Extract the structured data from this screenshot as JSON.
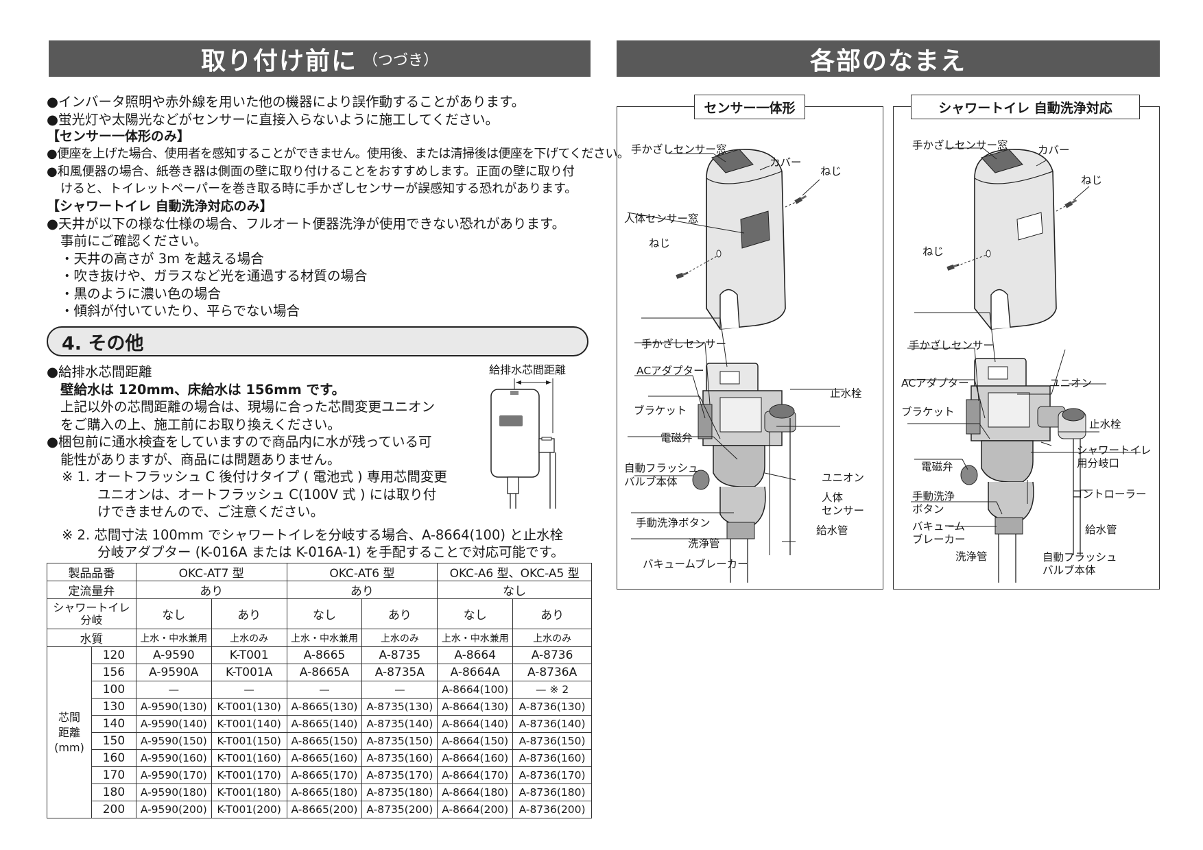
{
  "left_header": {
    "title": "取り付け前に",
    "sub": "（つづき）"
  },
  "right_header": {
    "title": "各部のなまえ"
  },
  "notes": [
    "●インバータ照明や赤外線を用いた他の機器により誤作動することがあります。",
    "●蛍光灯や太陽光などがセンサーに直接入らないように施工してください。"
  ],
  "sensor_tag": "【センサー一体形のみ】",
  "sensor_notes": [
    "●便座を上げた場合、使用者を感知することができません。使用後、または清掃後は便座を下げてください。",
    "●和風便器の場合、紙巻き器は側面の壁に取り付けることをおすすめします。正面の壁に取り付",
    "けると、トイレットペーパーを巻き取る時に手かざしセンサーが誤感知する恐れがあります。"
  ],
  "shower_tag": "【シャワートイレ 自動洗浄対応のみ】",
  "shower_notes": [
    "●天井が以下の様な仕様の場合、フルオート便器洗浄が使用できない恐れがあります。",
    "事前にご確認ください。",
    "・天井の高さが 3m を越える場合",
    "・吹き抜けや、ガラスなど光を通過する材質の場合",
    "・黒のように濃い色の場合",
    "・傾斜が付いていたり、平らでない場合"
  ],
  "section4": "4. その他",
  "other": {
    "l1": "●給排水芯間距離",
    "l2": "壁給水は 120mm、床給水は 156mm です。",
    "l3": "上記以外の芯間距離の場合は、現場に合った芯間変更ユニオン",
    "l4": "をご購入の上、施工前にお取り換えください。",
    "l5": "●梱包前に通水検査をしていますので商品内に水が残っている可",
    "l6": "能性がありますが、商品には問題ありません。",
    "n1a": "※ 1. オートフラッシュ C 後付けタイプ ( 電池式 ) 専用芯間変更",
    "n1b": "ユニオンは、オートフラッシュ C(100V 式 ) には取り付",
    "n1c": "けできませんので、ご注意ください。",
    "n2a": "※ 2. 芯間寸法 100mm でシャワートイレを分岐する場合、A-8664(100) と止水栓",
    "n2b": "分岐アダプター (K-016A または K-016A-1) を手配することで対応可能です。",
    "fig_label": "給排水芯間距離"
  },
  "table": {
    "h_product": "製品品番",
    "products": [
      "OKC-AT7 型",
      "OKC-AT6 型",
      "OKC-A6 型、OKC-A5 型"
    ],
    "h_flow": "定流量弁",
    "flow": [
      "あり",
      "あり",
      "なし"
    ],
    "h_shower": "シャワートイレ分岐",
    "shower": [
      "なし",
      "あり",
      "なし",
      "あり",
      "なし",
      "あり"
    ],
    "h_water": "水質",
    "water": [
      "上水・中水兼用",
      "上水のみ",
      "上水・中水兼用",
      "上水のみ",
      "上水・中水兼用",
      "上水のみ"
    ],
    "h_dist": "芯間距離(mm)",
    "rows": [
      {
        "d": "120",
        "v": [
          "A-9590",
          "K-T001",
          "A-8665",
          "A-8735",
          "A-8664",
          "A-8736"
        ]
      },
      {
        "d": "156",
        "v": [
          "A-9590A",
          "K-T001A",
          "A-8665A",
          "A-8735A",
          "A-8664A",
          "A-8736A"
        ]
      },
      {
        "d": "100",
        "v": [
          "—",
          "—",
          "—",
          "—",
          "A-8664(100)",
          "— ※ 2"
        ]
      },
      {
        "d": "130",
        "v": [
          "A-9590(130)",
          "K-T001(130)",
          "A-8665(130)",
          "A-8735(130)",
          "A-8664(130)",
          "A-8736(130)"
        ]
      },
      {
        "d": "140",
        "v": [
          "A-9590(140)",
          "K-T001(140)",
          "A-8665(140)",
          "A-8735(140)",
          "A-8664(140)",
          "A-8736(140)"
        ]
      },
      {
        "d": "150",
        "v": [
          "A-9590(150)",
          "K-T001(150)",
          "A-8665(150)",
          "A-8735(150)",
          "A-8664(150)",
          "A-8736(150)"
        ]
      },
      {
        "d": "160",
        "v": [
          "A-9590(160)",
          "K-T001(160)",
          "A-8665(160)",
          "A-8735(160)",
          "A-8664(160)",
          "A-8736(160)"
        ]
      },
      {
        "d": "170",
        "v": [
          "A-9590(170)",
          "K-T001(170)",
          "A-8665(170)",
          "A-8735(170)",
          "A-8664(170)",
          "A-8736(170)"
        ]
      },
      {
        "d": "180",
        "v": [
          "A-9590(180)",
          "K-T001(180)",
          "A-8665(180)",
          "A-8735(180)",
          "A-8664(180)",
          "A-8736(180)"
        ]
      },
      {
        "d": "200",
        "v": [
          "A-9590(200)",
          "K-T001(200)",
          "A-8665(200)",
          "A-8735(200)",
          "A-8664(200)",
          "A-8736(200)"
        ]
      }
    ]
  },
  "diag1": {
    "title": "センサー一体形",
    "labels": [
      "手かざしセンサー窓",
      "カバー",
      "ねじ",
      "人体センサー窓",
      "ねじ",
      "手かざしセンサー",
      "ACアダプター",
      "止水栓",
      "ブラケット",
      "電磁弁",
      "自動フラッシュ",
      "バルブ本体",
      "ユニオン",
      "人体",
      "センサー",
      "手動洗浄ボタン",
      "給水管",
      "洗浄管",
      "バキュームブレーカー"
    ]
  },
  "diag2": {
    "title": "シャワートイレ 自動洗浄対応",
    "labels": [
      "手かざしセンサー窓",
      "カバー",
      "ねじ",
      "ねじ",
      "手かざしセンサー",
      "ACアダプター",
      "ユニオン",
      "ブラケット",
      "止水栓",
      "シャワートイレ",
      "用分岐口",
      "電磁弁",
      "手動洗浄",
      "ボタン",
      "コントローラー",
      "バキューム",
      "ブレーカー",
      "給水管",
      "洗浄管",
      "自動フラッシュ",
      "バルブ本体"
    ]
  }
}
